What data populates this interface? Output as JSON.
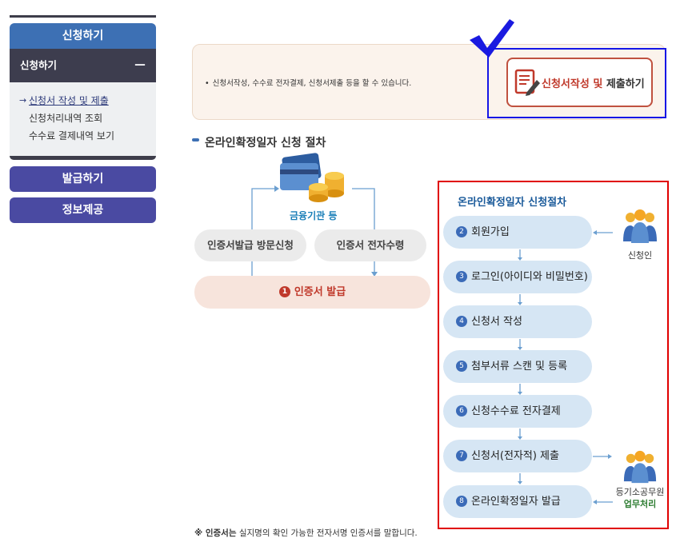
{
  "sidebar": {
    "main_button": "신청하기",
    "sub_header": "신청하기",
    "sub_toggle": "－",
    "items": [
      {
        "label": "신청서 작성 및 제출",
        "active": true
      },
      {
        "label": "신청처리내역 조회",
        "active": false
      },
      {
        "label": "수수료 결제내역 보기",
        "active": false
      }
    ],
    "issue_button": "발급하기",
    "info_button": "정보제공"
  },
  "info": {
    "text": "신청서작성, 수수료 전자결제, 신청서제출 등을 할 수 있습니다.",
    "apply_red": "신청서작성 및",
    "apply_dark": "제출하기"
  },
  "section": {
    "title": "온라인확정일자 신청 절차"
  },
  "left_flow": {
    "bank_label": "금융기관 등",
    "visit": "인증서발급 방문신청",
    "receive": "인증서 전자수령",
    "issue_num": "1",
    "issue": "인증서 발급"
  },
  "right_flow": {
    "title": "온라인확정일자 신청절차",
    "steps": [
      {
        "num": "2",
        "label": "회원가입"
      },
      {
        "num": "3",
        "label": "로그인(아이디와 비밀번호)"
      },
      {
        "num": "4",
        "label": "신청서 작성"
      },
      {
        "num": "5",
        "label": "첨부서류 스캔 및 등록"
      },
      {
        "num": "6",
        "label": "신청수수료 전자결제"
      },
      {
        "num": "7",
        "label": "신청서(전자적) 제출"
      },
      {
        "num": "8",
        "label": "온라인확정일자 발급"
      }
    ],
    "applicant": "신청인",
    "officer_line1": "등기소공무원",
    "officer_line2": "업무처리"
  },
  "footnote": {
    "mark": "※ 인증서는",
    "text": "실지명의 확인 가능한 전자서명 인증서를 말합니다."
  },
  "colors": {
    "sidebar_blue": "#3d70b4",
    "sidebar_dark": "#3d3d4e",
    "sidebar_purple": "#4a4aa2",
    "accent_red": "#c0392b",
    "step_bg": "#d6e6f4",
    "frame_red": "#e00000",
    "frame_blue": "#1515e6"
  }
}
